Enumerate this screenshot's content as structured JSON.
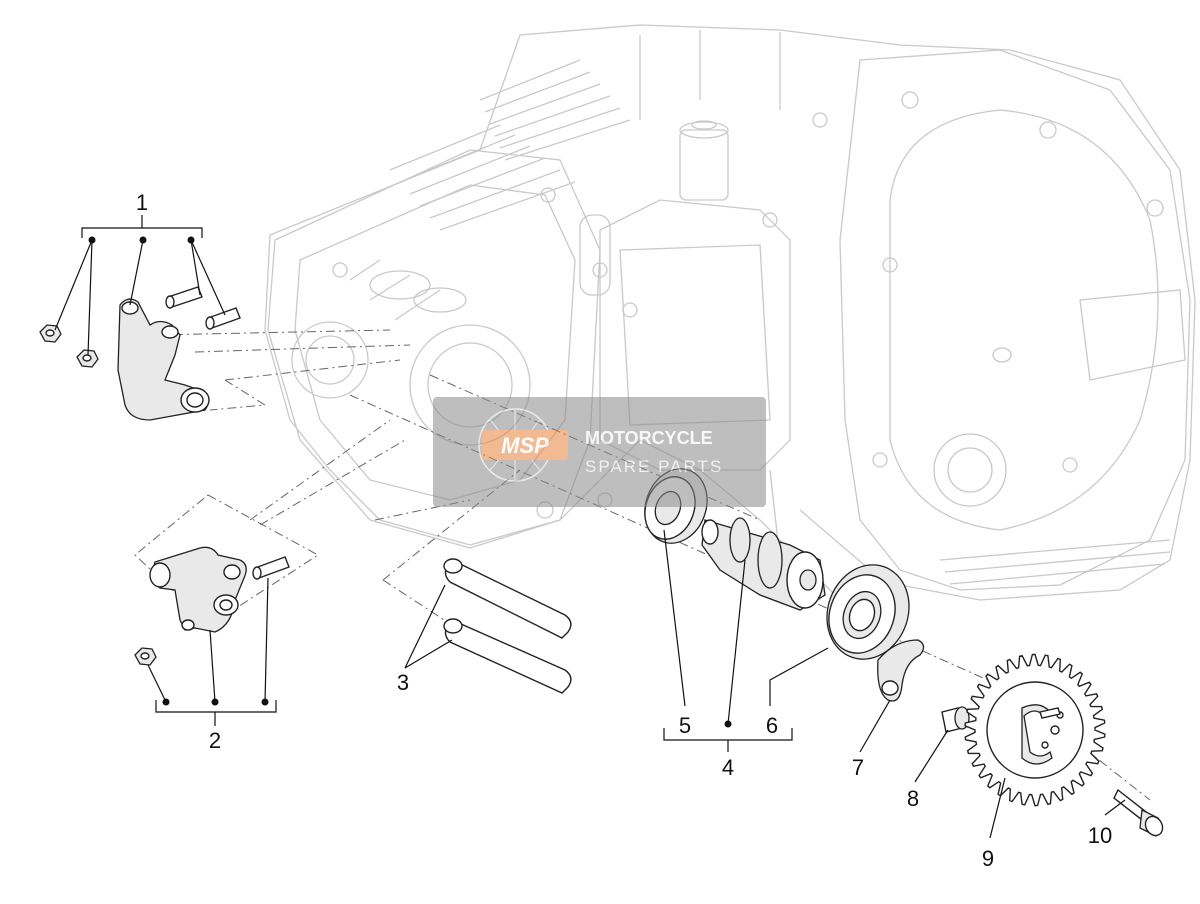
{
  "callouts": {
    "c1": "1",
    "c2": "2",
    "c3": "3",
    "c4": "4",
    "c5": "5",
    "c6": "6",
    "c7": "7",
    "c8": "8",
    "c9": "9",
    "c10": "10"
  },
  "watermark": {
    "logo": "MSP",
    "line1": "MOTORCYCLE",
    "line2": "SPARE PARTS",
    "color_box": "#8a8a8a",
    "color_logo": "#e8833a"
  }
}
